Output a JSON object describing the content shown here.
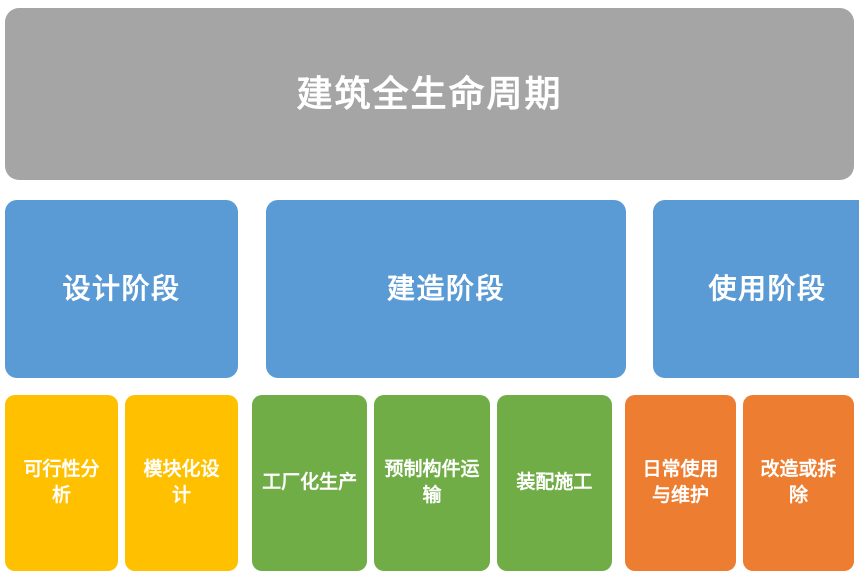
{
  "diagram": {
    "type": "hierarchy",
    "title": "建筑全生命周期",
    "colors": {
      "root": "#A5A5A5",
      "phase": "#5B9BD5",
      "design_tasks": "#FFC000",
      "build_tasks": "#70AD47",
      "use_tasks": "#ED7D31",
      "text": "#FFFFFF",
      "background": "#FFFFFF"
    },
    "root": {
      "label": "建筑全生命周期"
    },
    "phases": [
      {
        "id": "design",
        "label": "设计阶段",
        "color": "#5B9BD5",
        "tasks": [
          {
            "id": "feasibility",
            "label": "可行性分析",
            "color": "#FFC000"
          },
          {
            "id": "modular-design",
            "label": "模块化设计",
            "color": "#FFC000"
          }
        ]
      },
      {
        "id": "construction",
        "label": "建造阶段",
        "color": "#5B9BD5",
        "tasks": [
          {
            "id": "factory-production",
            "label": "工厂化生产",
            "color": "#70AD47"
          },
          {
            "id": "component-transport",
            "label": "预制构件运输",
            "color": "#70AD47"
          },
          {
            "id": "assembly-construction",
            "label": "装配施工",
            "color": "#70AD47"
          }
        ]
      },
      {
        "id": "operation",
        "label": "使用阶段",
        "color": "#5B9BD5",
        "tasks": [
          {
            "id": "daily-use-maintenance",
            "label": "日常使用与维护",
            "color": "#ED7D31"
          },
          {
            "id": "renovation-demolition",
            "label": "改造或拆除",
            "color": "#ED7D31"
          }
        ]
      }
    ]
  }
}
